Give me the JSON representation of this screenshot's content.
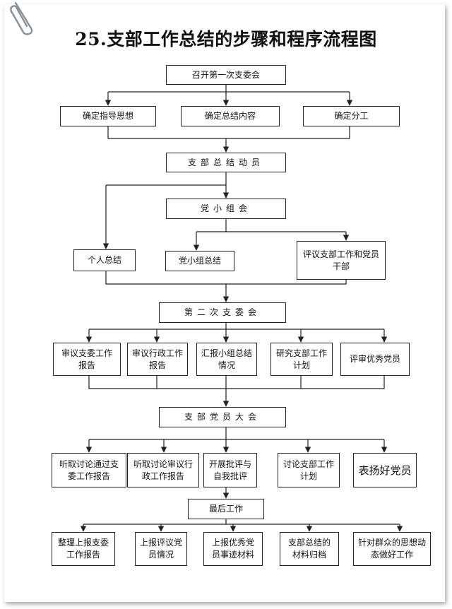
{
  "title": "25.支部工作总结的步骤和程序流程图",
  "steps": {
    "s1": "召开第一次支委会",
    "s1a": "确定指导思想",
    "s1b": "确定总结内容",
    "s1c": "确定分工",
    "s2": "支部总结动员",
    "s3": "党小组会",
    "s3a": "个人总结",
    "s3b": "党小组总结",
    "s3c": "评议支部工作和党员干部",
    "s4": "第二次支委会",
    "s4a": "审议支委工作报告",
    "s4b": "审议行政工作报告",
    "s4c": "汇报小组总结情况",
    "s4d": "研究支部工作计划",
    "s4e": "评审优秀党员",
    "s5": "支部党员大会",
    "s5a": "听取讨论通过支委工作报告",
    "s5b": "听取讨论审议行政工作报告",
    "s5c": "开展批评与自我批评",
    "s5d": "讨论支部工作计划",
    "s5e": "表扬好党员",
    "s6": "最后工作",
    "s6a": "整理上报支委工作报告",
    "s6b": "上报评议党员情况",
    "s6c": "上报优秀党员事迹材料",
    "s6d": "支部总结的材料归档",
    "s6e": "针对群众的思想动态做好工作"
  }
}
